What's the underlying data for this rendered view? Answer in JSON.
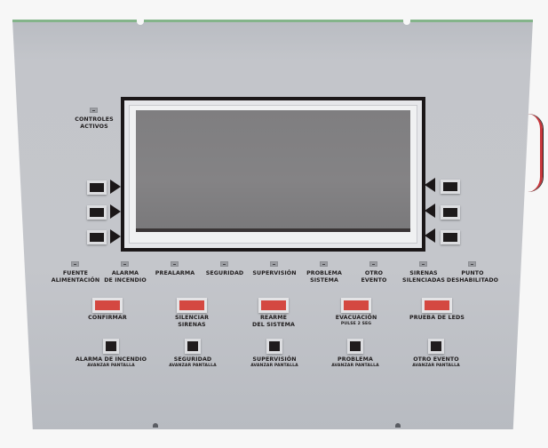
{
  "panel": {
    "colors": {
      "panel": "#c4c6cb",
      "screen_frame": "#1b1718",
      "lcd": "#828183",
      "red_button": "#d44841",
      "black_button": "#201c1d",
      "pcb_edge": "#84b48a",
      "cable": "#c8363b"
    },
    "active_controls": {
      "label_line1": "CONTROLES",
      "label_line2": "ACTIVOS"
    },
    "display": {
      "left_soft_keys": 3,
      "right_soft_keys": 3,
      "left_arrow_icon": "triangle-right-icon",
      "right_arrow_icon": "triangle-left-icon"
    },
    "status_leds": [
      {
        "line1": "FUENTE",
        "line2": "ALIMENTACIÓN"
      },
      {
        "line1": "ALARMA",
        "line2": "DE INCENDIO"
      },
      {
        "line1": "PREALARMA",
        "line2": ""
      },
      {
        "line1": "SEGURIDAD",
        "line2": ""
      },
      {
        "line1": "SUPERVISIÓN",
        "line2": ""
      },
      {
        "line1": "PROBLEMA",
        "line2": "SISTEMA"
      },
      {
        "line1": "OTRO",
        "line2": "EVENTO"
      },
      {
        "line1": "SIRENAS",
        "line2": "SILENCIADAS"
      },
      {
        "line1": "PUNTO",
        "line2": "DESHABILITADO"
      }
    ],
    "control_buttons": [
      {
        "line1": "CONFIRMAR",
        "line2": "",
        "sub": ""
      },
      {
        "line1": "SILENCIAR",
        "line2": "SIRENAS",
        "sub": ""
      },
      {
        "line1": "REARME",
        "line2": "DEL SISTEMA",
        "sub": ""
      },
      {
        "line1": "EVACUACIÓN",
        "line2": "",
        "sub": "PULSE 2 SEG"
      },
      {
        "line1": "PRUEBA DE LEDS",
        "line2": "",
        "sub": ""
      }
    ],
    "scroll_buttons": [
      {
        "line1": "ALARMA DE INCENDIO",
        "sub": "AVANZAR PANTALLA"
      },
      {
        "line1": "SEGURIDAD",
        "sub": "AVANZAR PANTALLA"
      },
      {
        "line1": "SUPERVISIÓN",
        "sub": "AVANZAR PANTALLA"
      },
      {
        "line1": "PROBLEMA",
        "sub": "AVANZAR PANTALLA"
      },
      {
        "line1": "OTRO EVENTO",
        "sub": "AVANZAR PANTALLA"
      }
    ]
  }
}
